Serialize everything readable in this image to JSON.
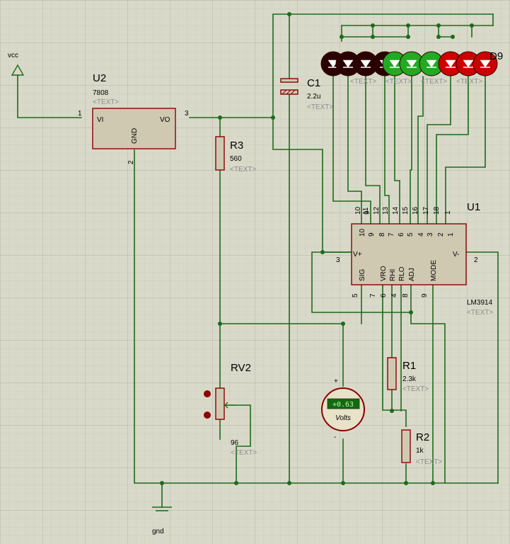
{
  "colors": {
    "background": "#d9d9c9",
    "grid": "#bdbdad",
    "wire": "#1c6b1c",
    "component_border": "#8b0000",
    "component_fill": "#cfc9b2",
    "led_red": "#cc0000",
    "led_green": "#22aa22",
    "led_off": "#2a0000",
    "meter_face": "#e8e2c8",
    "meter_display": "#0f6b0f"
  },
  "vcc": {
    "label": "vcc"
  },
  "gnd": {
    "label": "gnd"
  },
  "u2": {
    "ref": "U2",
    "value": "7808",
    "text": "<TEXT>",
    "pins": {
      "vi": "VI",
      "vo": "VO",
      "gnd": "GND",
      "n1": "1",
      "n2": "2",
      "n3": "3"
    }
  },
  "r3": {
    "ref": "R3",
    "value": "560",
    "text": "<TEXT>"
  },
  "c1": {
    "ref": "C1",
    "value": "2.2u",
    "text": "<TEXT>"
  },
  "u1": {
    "ref": "U1",
    "value": "LM3914",
    "text": "<TEXT>",
    "top_pins": [
      "10",
      "9",
      "11",
      "12",
      "13",
      "14",
      "15",
      "16",
      "17",
      "18",
      "1"
    ],
    "top_inner": [
      "10",
      "9",
      "8",
      "7",
      "6",
      "5",
      "4",
      "3",
      "2",
      "1"
    ],
    "left_pin": "3",
    "right_pin": "2",
    "bottom_pins": [
      "5",
      "7",
      "6",
      "4",
      "8",
      "9"
    ],
    "labels": {
      "vplus": "V+",
      "vminus": "V-",
      "sig": "SIG",
      "vro": "VRO",
      "rhi": "RHI",
      "rlo": "RLO",
      "adj": "ADJ",
      "mode": "MODE"
    }
  },
  "rv2": {
    "ref": "RV2",
    "value": "96",
    "text": "<TEXT>"
  },
  "r1": {
    "ref": "R1",
    "value": "2.3k",
    "text": "<TEXT>"
  },
  "r2": {
    "ref": "R2",
    "value": "1k",
    "text": "<TEXT>"
  },
  "voltmeter": {
    "reading": "+0.63",
    "unit": "Volts",
    "plus": "+",
    "minus": "-"
  },
  "leds": {
    "states": [
      "off",
      "off",
      "off",
      "off",
      "green",
      "green",
      "green",
      "red",
      "red",
      "red"
    ],
    "clipped_ref": "D9",
    "text": "<TEXT>"
  }
}
